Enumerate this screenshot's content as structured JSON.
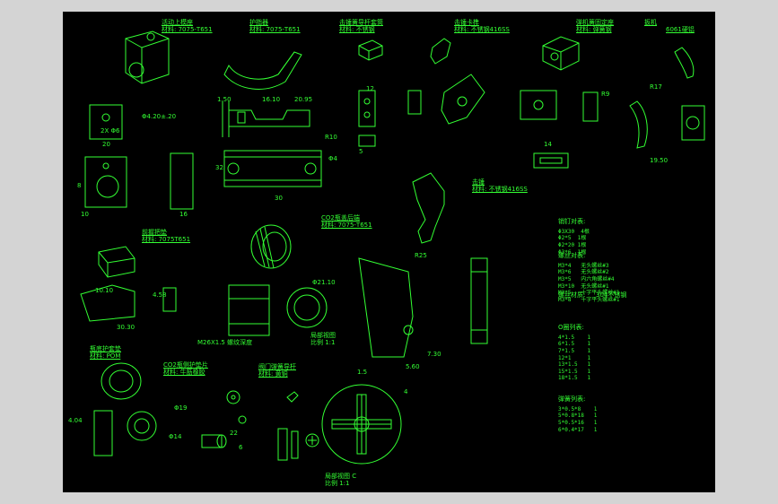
{
  "colors": {
    "background": "#000000",
    "line": "#33ff33",
    "page": "#d4d4d4"
  },
  "parts": {
    "p1": {
      "name": "活动上模座",
      "mat": "材料: 7075-T651"
    },
    "p2": {
      "name": "护指器",
      "mat": "材料: 7075-T651"
    },
    "p3": {
      "name": "击锤簧导杆套筒",
      "mat": "材料: 不锈钢"
    },
    "p4": {
      "name": "击锤卡榫",
      "mat": "材料: 不锈钢416SS"
    },
    "p5": {
      "name": "弹机簧固定座",
      "mat": "材料: 弹簧钢"
    },
    "p6": {
      "name": "扳机",
      "mat": "6061硬铝"
    },
    "p7": {
      "name": "击锤",
      "mat": "材料: 不锈钢416SS"
    },
    "p8": {
      "name": "前握把垫",
      "mat": "材料: 7075T651"
    },
    "p9": {
      "name": "CO2瓶盖后端",
      "mat": "材料: 7075-T651"
    },
    "p10": {
      "name": "瓶底护套垫",
      "mat": "材料: POM"
    },
    "p11": {
      "name": "CO2瓶侧护垫片",
      "mat": "材料: 牛筋橡胶"
    },
    "p12": {
      "name": "阀门弹簧导杆",
      "mat": "材料: 黄铜"
    },
    "view1": {
      "name": "局部视图",
      "scale": "比例 1:1"
    },
    "view2": {
      "name": "局部视图 C",
      "scale": "比例 1:1"
    }
  },
  "dims": {
    "d_2x6": "2X Φ6",
    "d_phi420": "Φ4.20±.20",
    "d_20": "20",
    "d_150": "1.50",
    "d_1610": "16.10",
    "d_2095": "20.95",
    "d_12": "12",
    "d_r10": "R10",
    "d_5": "5",
    "d_16": "16",
    "d_8": "8",
    "d_10": "10",
    "d_phi4": "Φ4",
    "d_30": "30",
    "d_32": "32",
    "d_r9": "R9",
    "d_r17": "R17",
    "d_1950": "19.50",
    "d_14": "14",
    "d_1010": "10.10",
    "d_458": "4.58",
    "d_3030": "30.30",
    "d_phi2110": "Φ21.10",
    "d_thread": "M26X1.5 螺纹深度",
    "d_phi19": "Φ19",
    "d_phi14": "Φ14",
    "d_22": "22",
    "d_6": "6",
    "d_404": "4.04",
    "d_730": "7.30",
    "d_560": "5.60",
    "d_r25": "R25",
    "d_15": "1.5",
    "d_4": "4"
  },
  "tables": {
    "pins": {
      "title": "销钉对表:",
      "rows": [
        "Φ3X30  4根",
        "Φ2*5  1根",
        "Φ2*20 1根",
        "Φ3*6  1根"
      ]
    },
    "screws": {
      "title": "螺丝对表:",
      "rows": [
        "M3*4   无头螺丝#3",
        "M3*6   无头螺丝#2",
        "M3*5   内六角螺丝#4",
        "M3*10  无头螺丝#1",
        "M3*5   十字平头螺丝#1",
        "M3*8   十字平头螺丝#1"
      ]
    },
    "screw_mat": {
      "title": "螺丝材质:",
      "value": "304不锈钢"
    },
    "orings": {
      "title": "O圈列表:",
      "rows": [
        "4*1.5    1",
        "6*1.5    1",
        "7*1.5    1",
        "12*1     1",
        "13*1.5   1",
        "15*1.5   1",
        "18*1.5   1"
      ]
    },
    "springs": {
      "title": "弹簧列表:",
      "rows": [
        "3*0.5*8    1",
        "5*0.8*18   1",
        "5*0.5*16   1",
        "6*0.4*17   1"
      ]
    }
  }
}
